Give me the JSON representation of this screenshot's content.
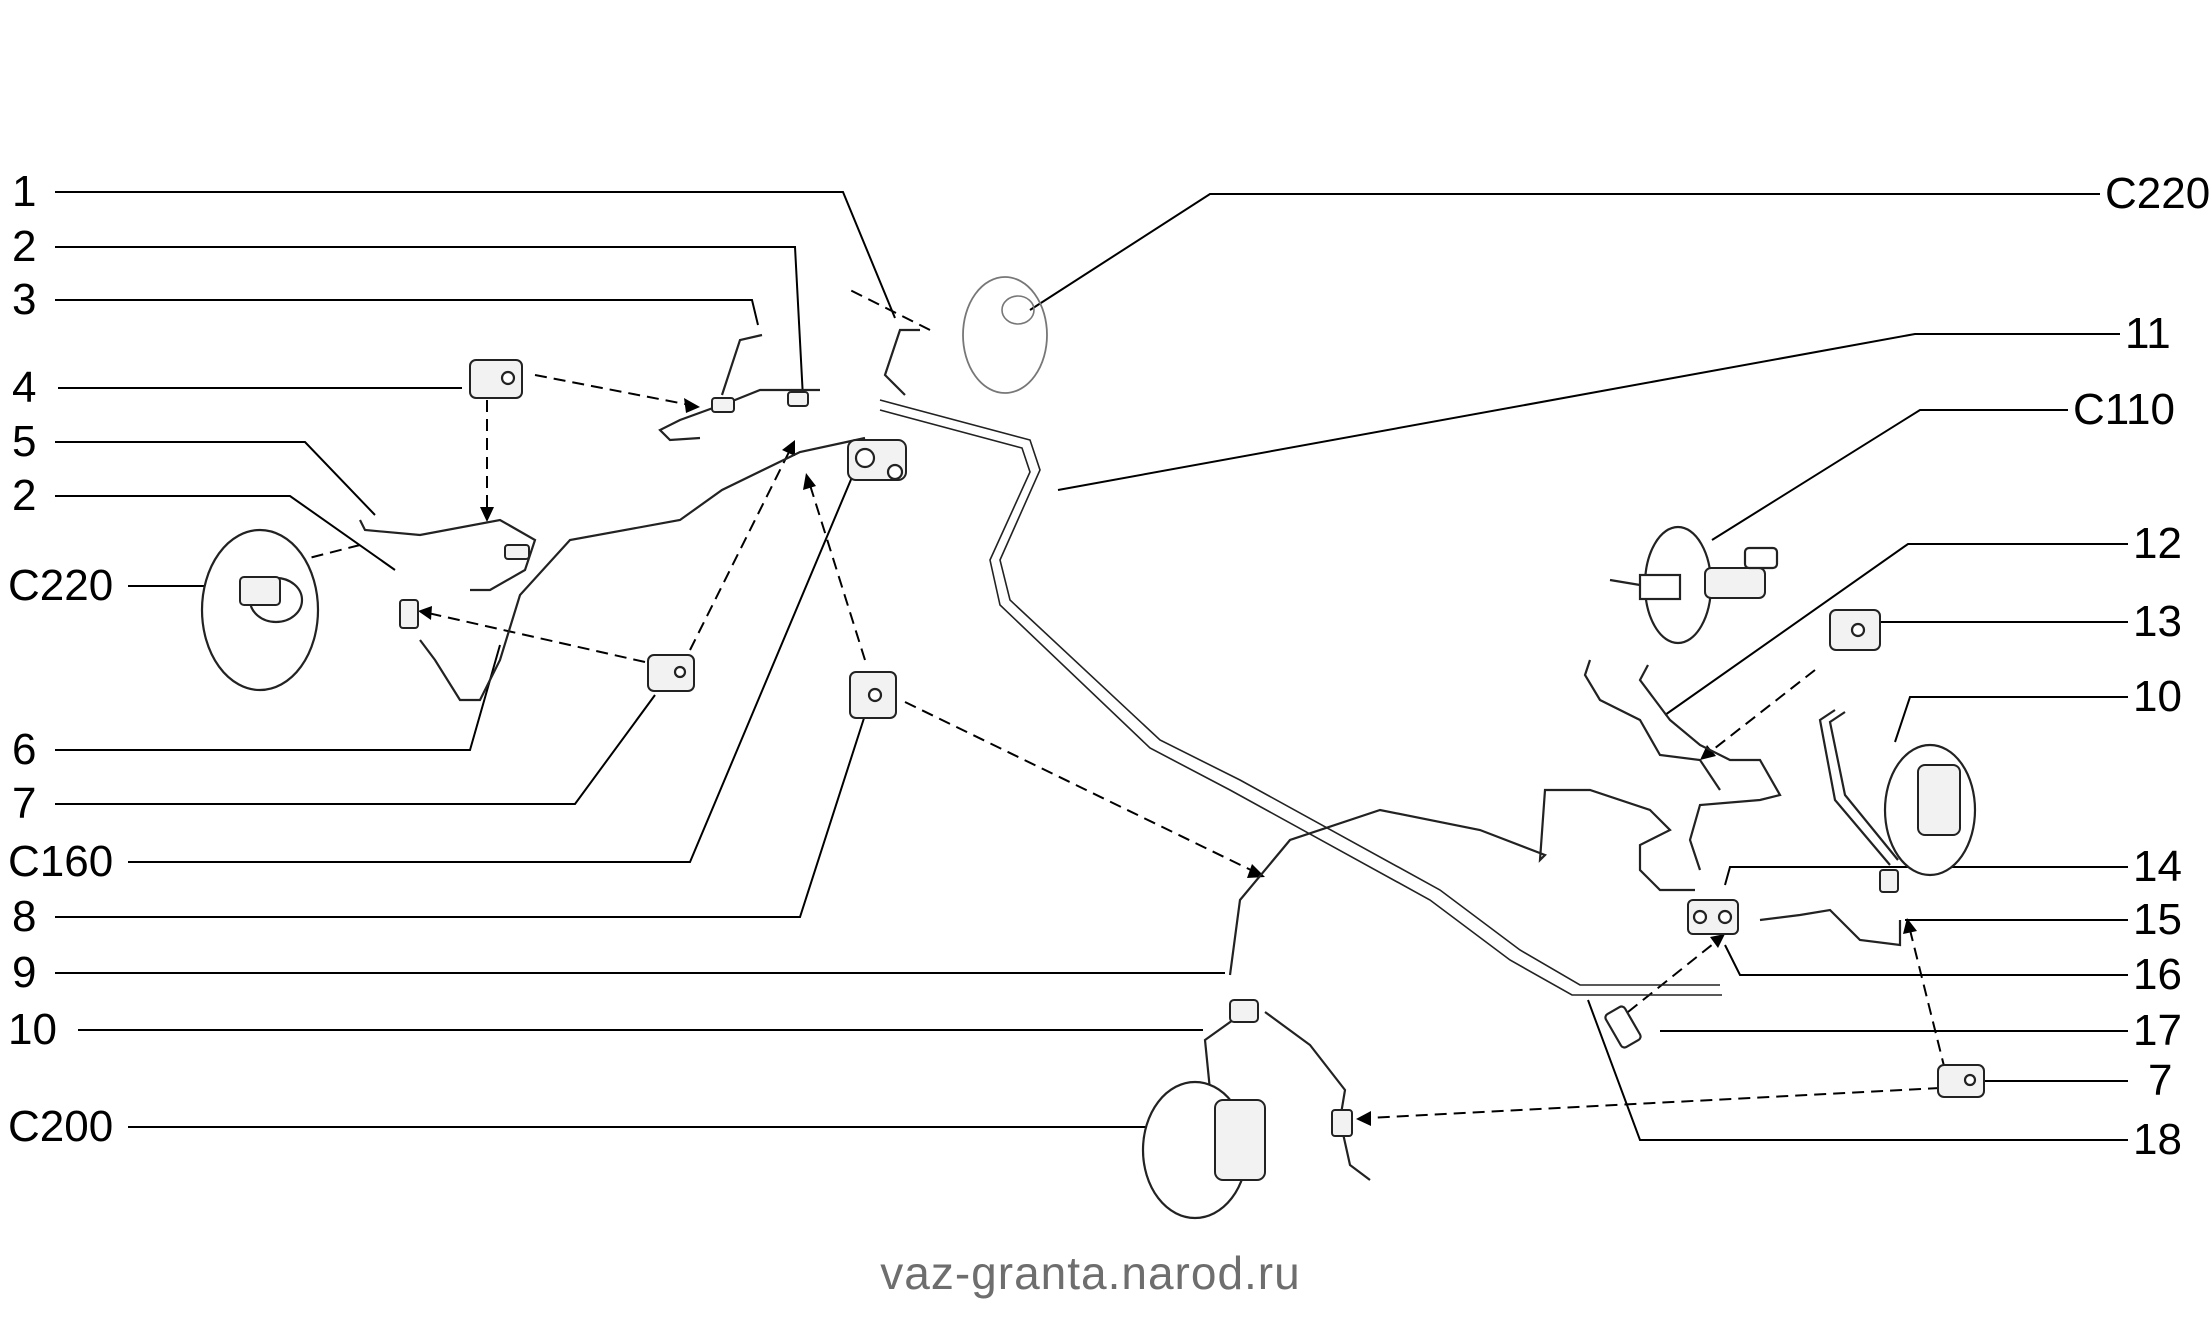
{
  "callouts_left": [
    {
      "id": "l1",
      "label": "1"
    },
    {
      "id": "l2",
      "label": "2"
    },
    {
      "id": "l3",
      "label": "3"
    },
    {
      "id": "l4",
      "label": "4"
    },
    {
      "id": "l5",
      "label": "5"
    },
    {
      "id": "l6",
      "label": "2"
    },
    {
      "id": "l7",
      "label": "C220"
    },
    {
      "id": "l8",
      "label": "6"
    },
    {
      "id": "l9",
      "label": "7"
    },
    {
      "id": "l10",
      "label": "C160"
    },
    {
      "id": "l11",
      "label": "8"
    },
    {
      "id": "l12",
      "label": "9"
    },
    {
      "id": "l13",
      "label": "10"
    },
    {
      "id": "l14",
      "label": "C200"
    }
  ],
  "callouts_right": [
    {
      "id": "r1",
      "label": "C220"
    },
    {
      "id": "r2",
      "label": "11"
    },
    {
      "id": "r3",
      "label": "C110"
    },
    {
      "id": "r4",
      "label": "12"
    },
    {
      "id": "r5",
      "label": "13"
    },
    {
      "id": "r6",
      "label": "10"
    },
    {
      "id": "r7",
      "label": "14"
    },
    {
      "id": "r8",
      "label": "15"
    },
    {
      "id": "r9",
      "label": "16"
    },
    {
      "id": "r10",
      "label": "17"
    },
    {
      "id": "r11",
      "label": "7"
    },
    {
      "id": "r12",
      "label": "18"
    }
  ],
  "watermark": "vaz-granta.narod.ru",
  "colors": {
    "line": "#000000",
    "watermark": "#6e6e6e",
    "background": "#ffffff"
  }
}
